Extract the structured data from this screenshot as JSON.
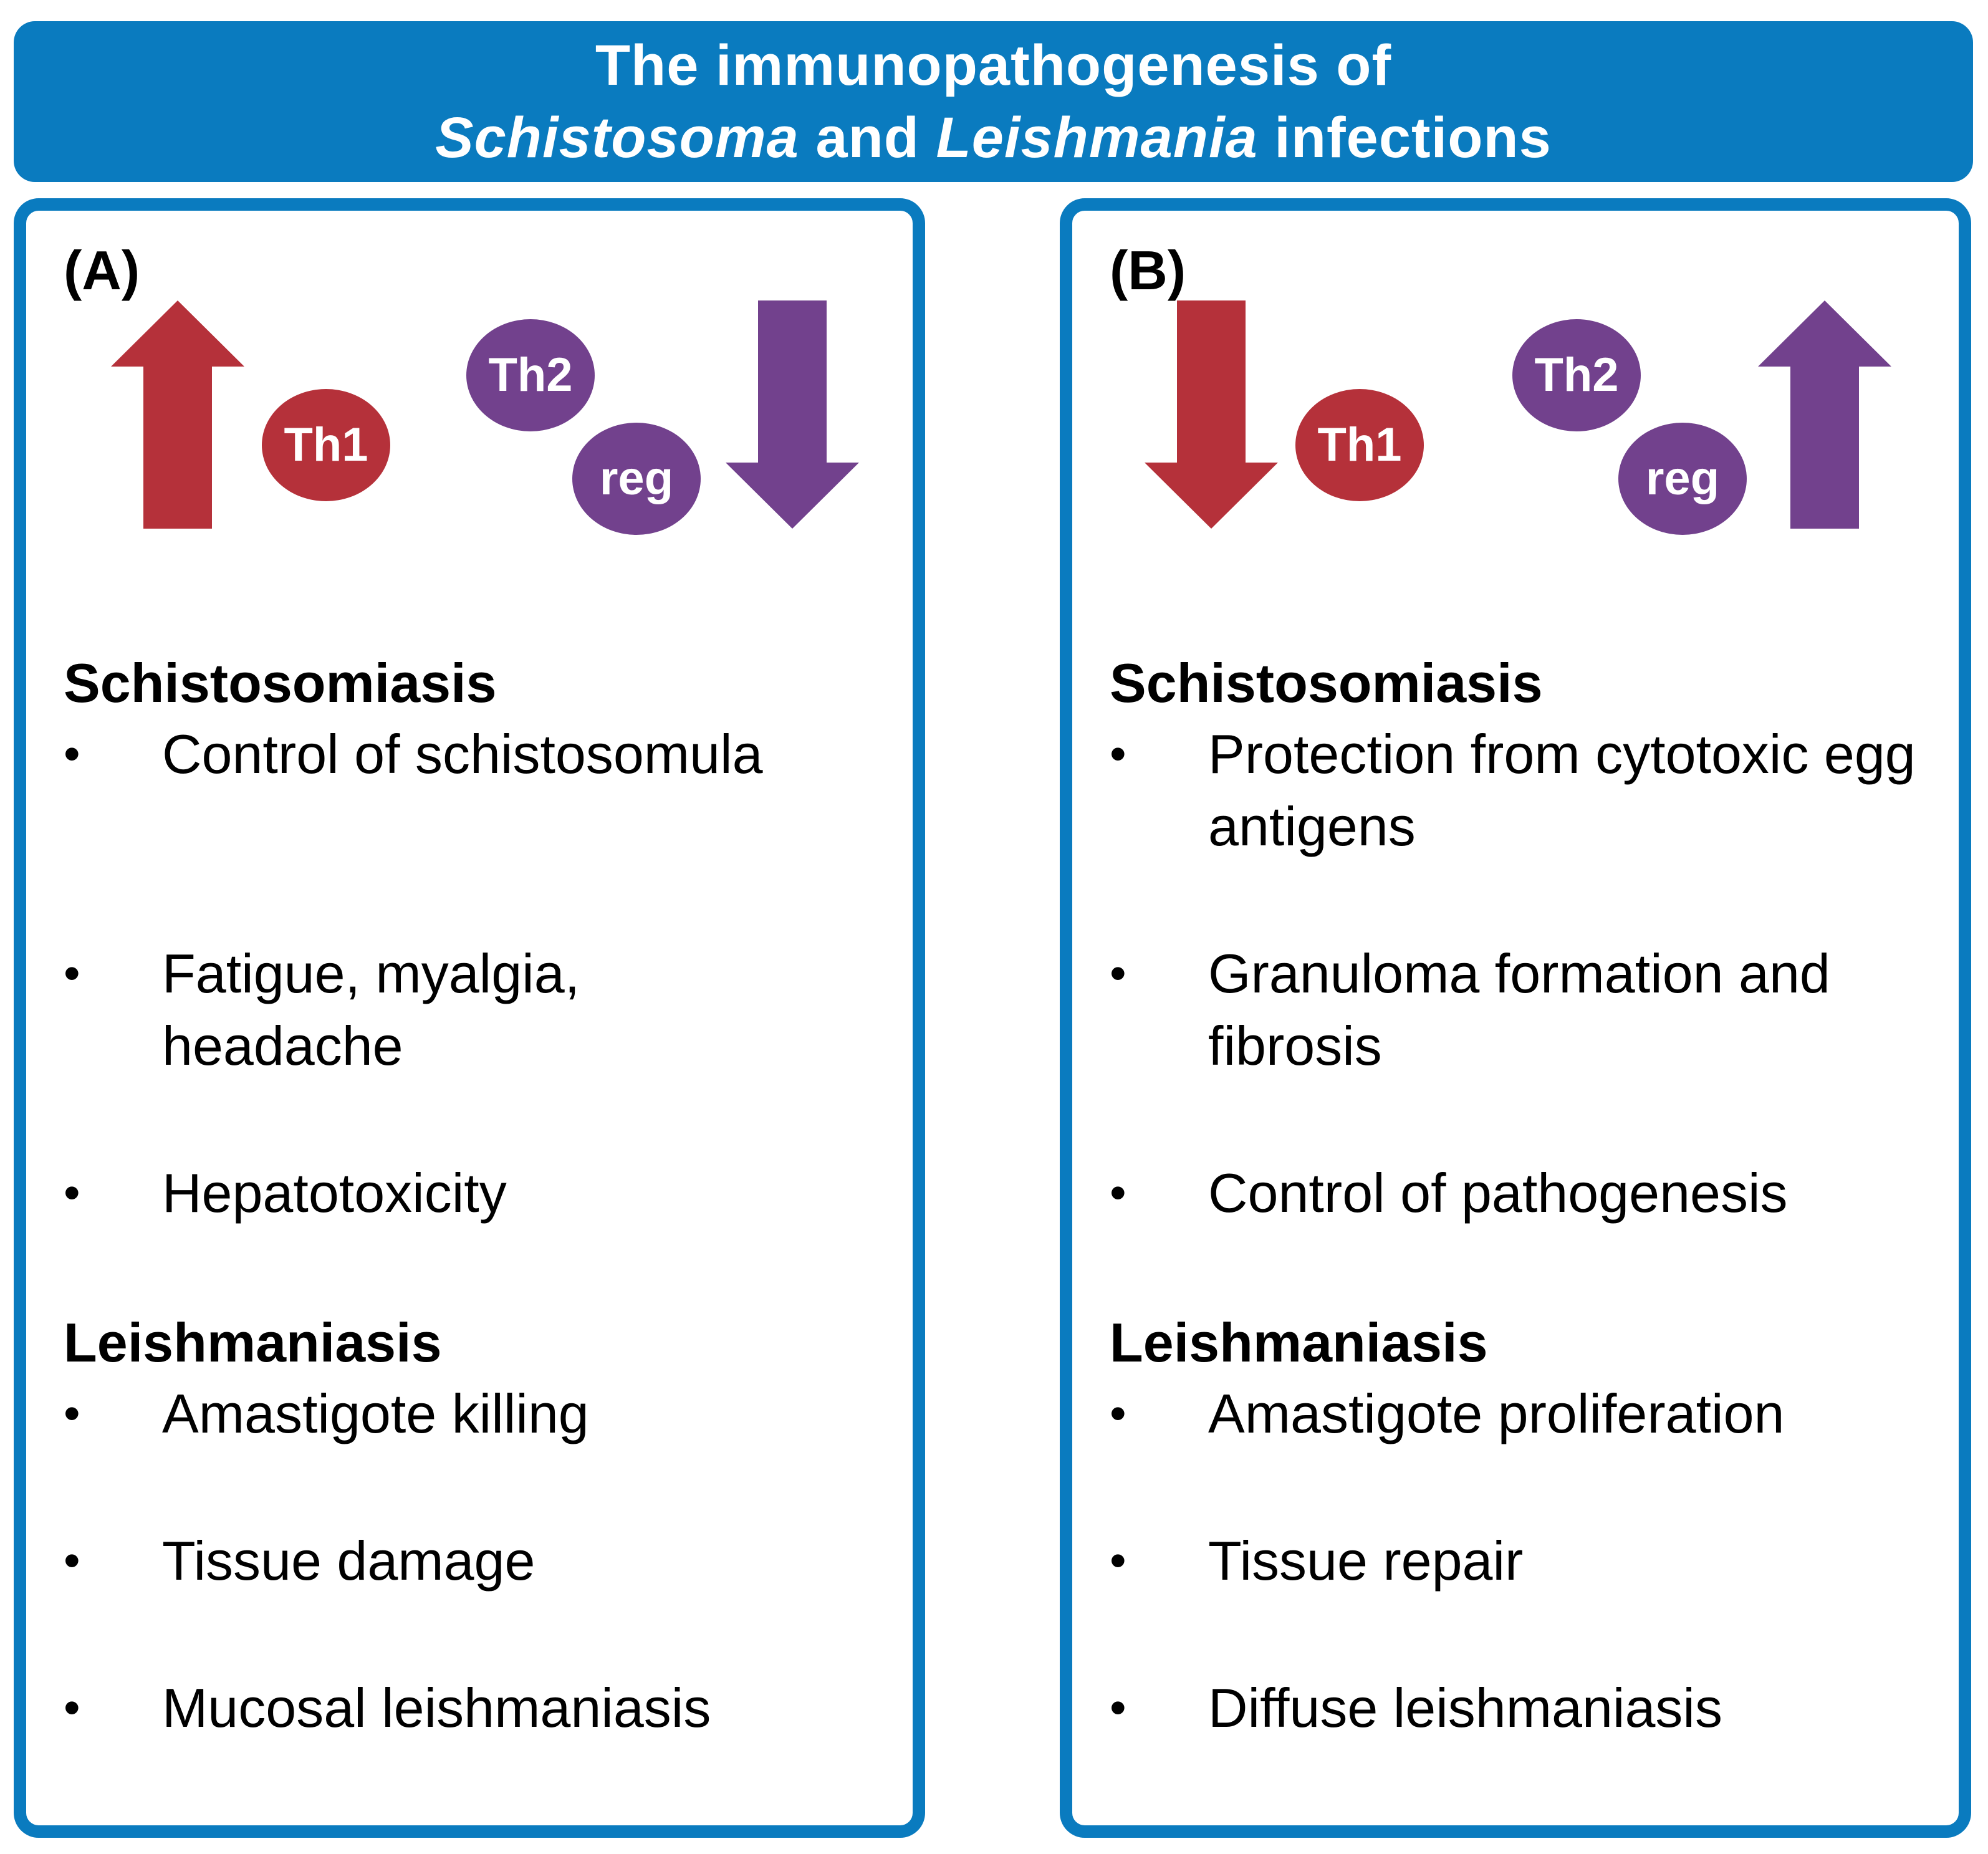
{
  "colors": {
    "banner_blue": "#0a7bbf",
    "panel_border_blue": "#0a7bbf",
    "th1_red": "#b5313a",
    "th2_reg_purple": "#72418d"
  },
  "banner": {
    "line1": "The immunopathogenesis of",
    "line2_species1": "Schistosoma",
    "line2_and": " and ",
    "line2_species2": "Leishmania",
    "line2_end": " infections"
  },
  "panels": {
    "a": {
      "label": "(A)",
      "th1_direction": "up",
      "th2_reg_direction": "down",
      "th1_label": "Th1",
      "th2_label": "Th2",
      "reg_label": "reg",
      "schisto_heading": "Schistosomiasis",
      "schisto_items": [
        "Control of schistosomula",
        "Fatigue, myalgia, headache",
        "Hepatotoxicity"
      ],
      "leish_heading": "Leishmaniasis",
      "leish_items": [
        "Amastigote killing",
        "Tissue damage",
        "Mucosal leishmaniasis"
      ]
    },
    "b": {
      "label": "(B)",
      "th1_direction": "down",
      "th2_reg_direction": "up",
      "th1_label": "Th1",
      "th2_label": "Th2",
      "reg_label": "reg",
      "schisto_heading": "Schistosomiasis",
      "schisto_items": [
        "Protection from cytotoxic egg antigens",
        "Granuloma formation and fibrosis",
        "Control of pathogenesis"
      ],
      "leish_heading": "Leishmaniasis",
      "leish_items": [
        "Amastigote proliferation",
        "Tissue repair",
        "Diffuse leishmaniasis"
      ]
    }
  },
  "bullet_char": "•"
}
